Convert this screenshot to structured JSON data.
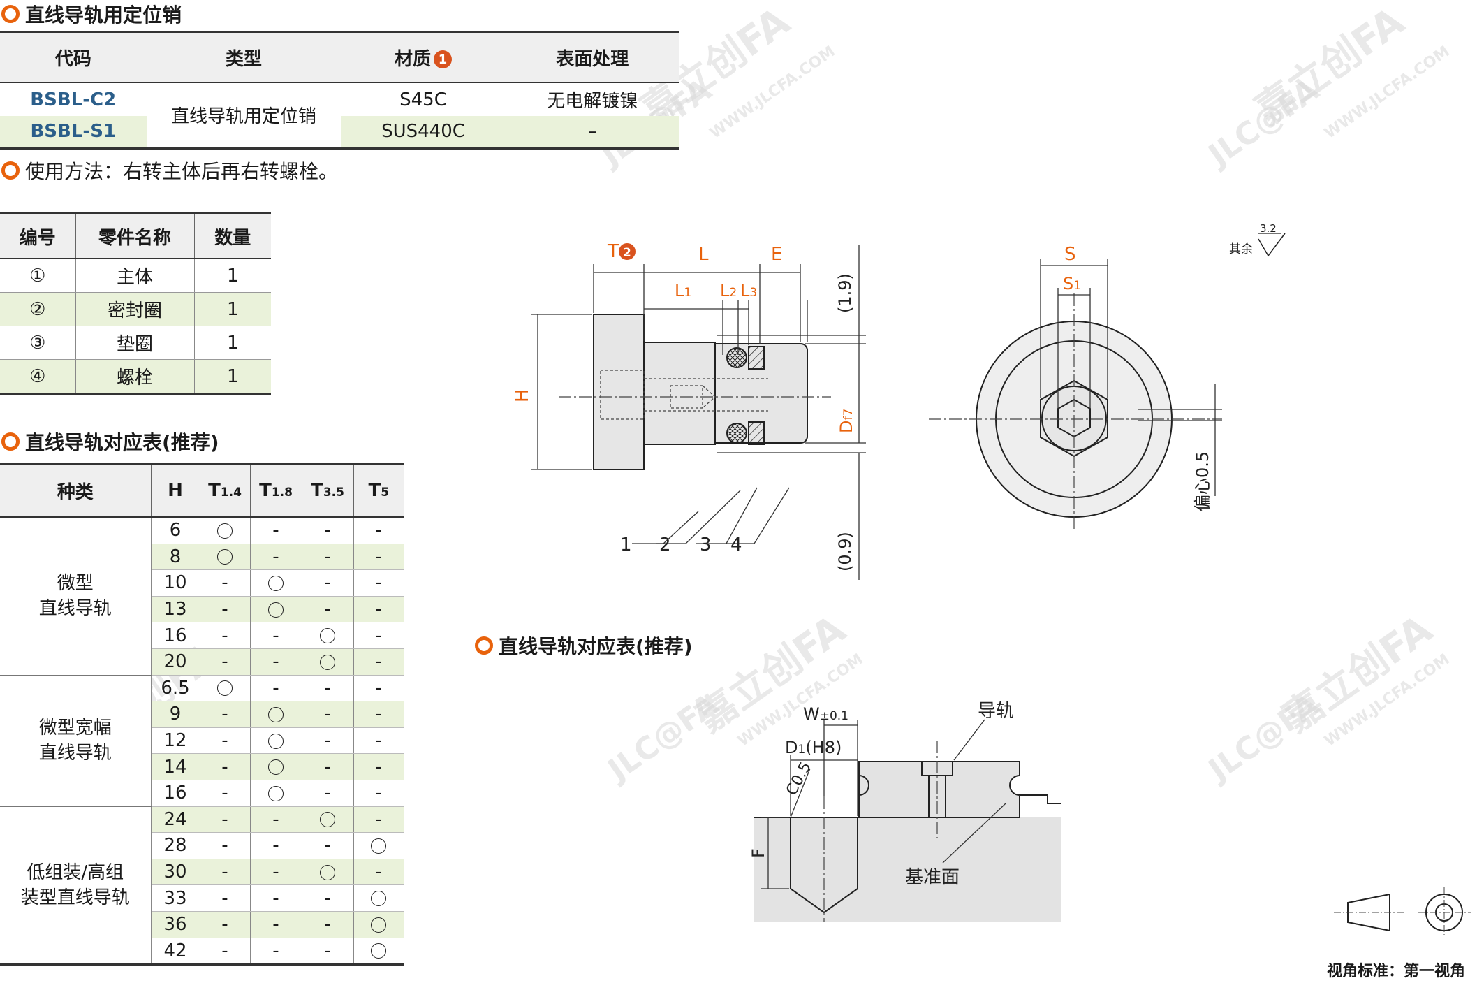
{
  "section1": {
    "title": "直线导轨用定位销"
  },
  "spec_table": {
    "headers": {
      "code": "代码",
      "type": "类型",
      "material": "材质",
      "material_note": "1",
      "surface": "表面处理"
    },
    "type_value": "直线导轨用定位销",
    "rows": [
      {
        "code": "BSBL-C2",
        "material": "S45C",
        "surface": "无电解镀镍"
      },
      {
        "code": "BSBL-S1",
        "material": "SUS440C",
        "surface": "–"
      }
    ]
  },
  "usage_note": "使用方法：右转主体后再右转螺栓。",
  "parts_table": {
    "headers": [
      "编号",
      "零件名称",
      "数量"
    ],
    "rows": [
      {
        "no": "①",
        "name": "主体",
        "qty": "1"
      },
      {
        "no": "②",
        "name": "密封圈",
        "qty": "1"
      },
      {
        "no": "③",
        "name": "垫圈",
        "qty": "1"
      },
      {
        "no": "④",
        "name": "螺栓",
        "qty": "1"
      }
    ]
  },
  "section_rail": {
    "title": "直线导轨对应表(推荐)"
  },
  "rail_table": {
    "headers": {
      "kind": "种类",
      "h": "H",
      "t14": "T",
      "t14_sub": "1.4",
      "t18": "T",
      "t18_sub": "1.8",
      "t35": "T",
      "t35_sub": "3.5",
      "t5": "T",
      "t5_sub": "5"
    },
    "groups": [
      {
        "kind_line1": "微型",
        "kind_line2": "直线导轨",
        "rows": [
          {
            "h": "6",
            "t14": "o",
            "t18": "-",
            "t35": "-",
            "t5": "-"
          },
          {
            "h": "8",
            "t14": "o",
            "t18": "-",
            "t35": "-",
            "t5": "-"
          },
          {
            "h": "10",
            "t14": "-",
            "t18": "o",
            "t35": "-",
            "t5": "-"
          },
          {
            "h": "13",
            "t14": "-",
            "t18": "o",
            "t35": "-",
            "t5": "-"
          },
          {
            "h": "16",
            "t14": "-",
            "t18": "-",
            "t35": "o",
            "t5": "-"
          },
          {
            "h": "20",
            "t14": "-",
            "t18": "-",
            "t35": "o",
            "t5": "-"
          }
        ]
      },
      {
        "kind_line1": "微型宽幅",
        "kind_line2": "直线导轨",
        "rows": [
          {
            "h": "6.5",
            "t14": "o",
            "t18": "-",
            "t35": "-",
            "t5": "-"
          },
          {
            "h": "9",
            "t14": "-",
            "t18": "o",
            "t35": "-",
            "t5": "-"
          },
          {
            "h": "12",
            "t14": "-",
            "t18": "o",
            "t35": "-",
            "t5": "-"
          },
          {
            "h": "14",
            "t14": "-",
            "t18": "o",
            "t35": "-",
            "t5": "-"
          },
          {
            "h": "16",
            "t14": "-",
            "t18": "o",
            "t35": "-",
            "t5": "-"
          }
        ]
      },
      {
        "kind_line1": "低组装/高组",
        "kind_line2": "装型直线导轨",
        "rows": [
          {
            "h": "24",
            "t14": "-",
            "t18": "-",
            "t35": "o",
            "t5": "-"
          },
          {
            "h": "28",
            "t14": "-",
            "t18": "-",
            "t35": "-",
            "t5": "o"
          },
          {
            "h": "30",
            "t14": "-",
            "t18": "-",
            "t35": "o",
            "t5": "-"
          },
          {
            "h": "33",
            "t14": "-",
            "t18": "-",
            "t35": "-",
            "t5": "o"
          },
          {
            "h": "36",
            "t14": "-",
            "t18": "-",
            "t35": "-",
            "t5": "o"
          },
          {
            "h": "42",
            "t14": "-",
            "t18": "-",
            "t35": "-",
            "t5": "o"
          }
        ]
      }
    ]
  },
  "drawing_main": {
    "dim_T": "T",
    "dim_T_note": "2",
    "dim_L": "L",
    "dim_E": "E",
    "dim_L1": "L",
    "dim_L1_sub": "1",
    "dim_L2": "L",
    "dim_L2_sub": "2",
    "dim_L3": "L",
    "dim_L3_sub": "3",
    "dim_19": "(1.9)",
    "dim_09": "(0.9)",
    "dim_H": "H",
    "dim_D": "D",
    "dim_D_sub": "f7",
    "callouts": [
      "1",
      "2",
      "3",
      "4"
    ]
  },
  "drawing_end": {
    "dim_S": "S",
    "dim_S1": "S",
    "dim_S1_sub": "1",
    "eccentric": "偏心0.5"
  },
  "surface_mark": {
    "label": "其余",
    "value": "3.2"
  },
  "section_rail2": {
    "title": "直线导轨对应表(推荐)"
  },
  "drawing_install": {
    "dim_W": "W",
    "dim_W_sub": "±0.1",
    "dim_D1": "D",
    "dim_D1_sub": "1",
    "dim_D1_tol": "(H8)",
    "chamfer": "C0.5",
    "dim_F": "F",
    "rail_label": "导轨",
    "ref_label": "基准面"
  },
  "projection": {
    "label": "视角标准：第一视角"
  },
  "watermark": {
    "brand": "嘉立创FA",
    "site": "WWW.JLCFA.COM",
    "logo": "JLC@FA"
  },
  "colors": {
    "accent": "#e8620c",
    "badge": "#d9531e",
    "code": "#2b5e8a",
    "row_alt": "#eaf2da"
  }
}
